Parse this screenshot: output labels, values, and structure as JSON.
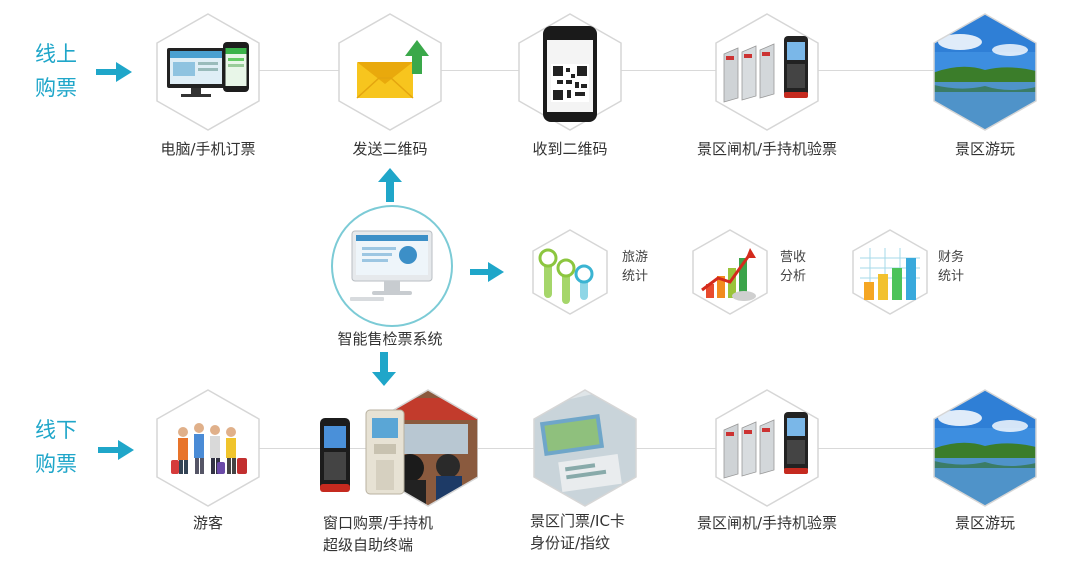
{
  "online": {
    "label_line1": "线上",
    "label_line2": "购票",
    "steps": [
      {
        "label": "电脑/手机订票",
        "icon": "computer-phone-icon"
      },
      {
        "label": "发送二维码",
        "icon": "envelope-upload-icon"
      },
      {
        "label": "收到二维码",
        "icon": "phone-qr-code-icon"
      },
      {
        "label": "景区闸机/手持机验票",
        "icon": "turnstile-handheld-icon"
      },
      {
        "label": "景区游玩",
        "icon": "scenic-landscape-icon"
      }
    ]
  },
  "center": {
    "label": "智能售检票系统",
    "icon": "desktop-computer-icon",
    "stats": [
      {
        "line1": "旅游",
        "line2": "统计",
        "icon": "tourism-stats-icon"
      },
      {
        "line1": "营收",
        "line2": "分析",
        "icon": "revenue-chart-icon"
      },
      {
        "line1": "财务",
        "line2": "统计",
        "icon": "finance-bar-chart-icon"
      }
    ]
  },
  "offline": {
    "label_line1": "线下",
    "label_line2": "购票",
    "steps": [
      {
        "label": "游客",
        "icon": "tourists-icon"
      },
      {
        "label_line1": "窗口购票/手持机",
        "label_line2": "超级自助终端",
        "icon": "ticket-window-kiosk-icon"
      },
      {
        "label_line1": "景区门票/IC卡",
        "label_line2": "身份证/指纹",
        "icon": "ticket-card-icon"
      },
      {
        "label": "景区闸机/手持机验票",
        "icon": "turnstile-handheld-icon"
      },
      {
        "label": "景区游玩",
        "icon": "scenic-landscape-icon"
      }
    ]
  },
  "colors": {
    "accent": "#1fa6c9",
    "hex_border": "#d6d6d6",
    "circle_border": "#7ccbd6"
  }
}
